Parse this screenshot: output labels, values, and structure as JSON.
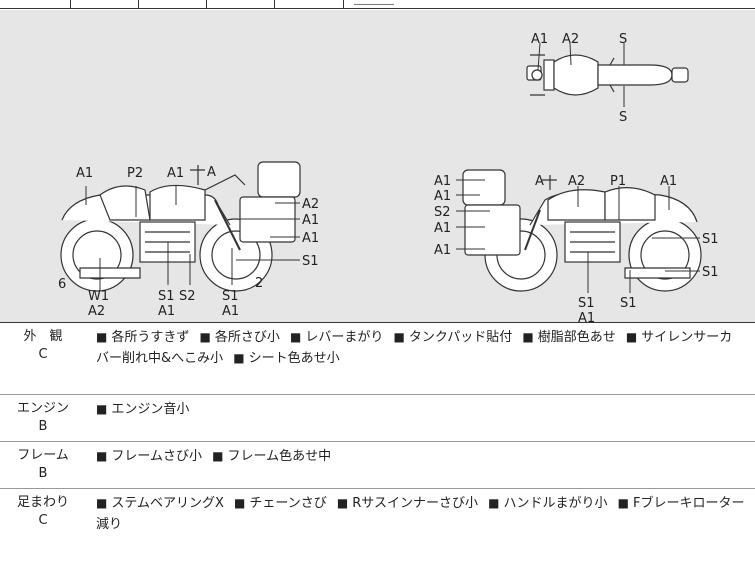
{
  "diagram": {
    "top_view_labels": [
      "A1",
      "A2",
      "S",
      "S"
    ],
    "left_bike_labels": [
      "A1",
      "P2",
      "A1",
      "A",
      "A2",
      "A1",
      "A1",
      "S1",
      "6",
      "W1",
      "A2",
      "S1",
      "S2",
      "A1",
      "S1",
      "A1",
      "2"
    ],
    "right_bike_labels": [
      "A1",
      "A1",
      "S2",
      "A1",
      "A1",
      "A",
      "A2",
      "P1",
      "A1",
      "S1",
      "S1",
      "S1",
      "A1",
      "S1"
    ]
  },
  "sections": [
    {
      "name": "外　観",
      "grade": "C",
      "notes": [
        "各所うすきず",
        "各所さび小",
        "レバーまがり",
        "タンクパッド貼付",
        "樹脂部色あせ",
        "サイレンサーカバー削れ中&へこみ小",
        "シート色あせ小"
      ]
    },
    {
      "name": "エンジン",
      "grade": "B",
      "notes": [
        "エンジン音小"
      ]
    },
    {
      "name": "フレーム",
      "grade": "B",
      "notes": [
        "フレームさび小",
        "フレーム色あせ中"
      ]
    },
    {
      "name": "足まわり",
      "grade": "C",
      "notes": [
        "ステムベアリングX",
        "チェーンさび",
        "Rサスインナーさび小",
        "ハンドルまがり小",
        "Fブレーキローター減り"
      ]
    }
  ],
  "bullet_symbol": "■"
}
